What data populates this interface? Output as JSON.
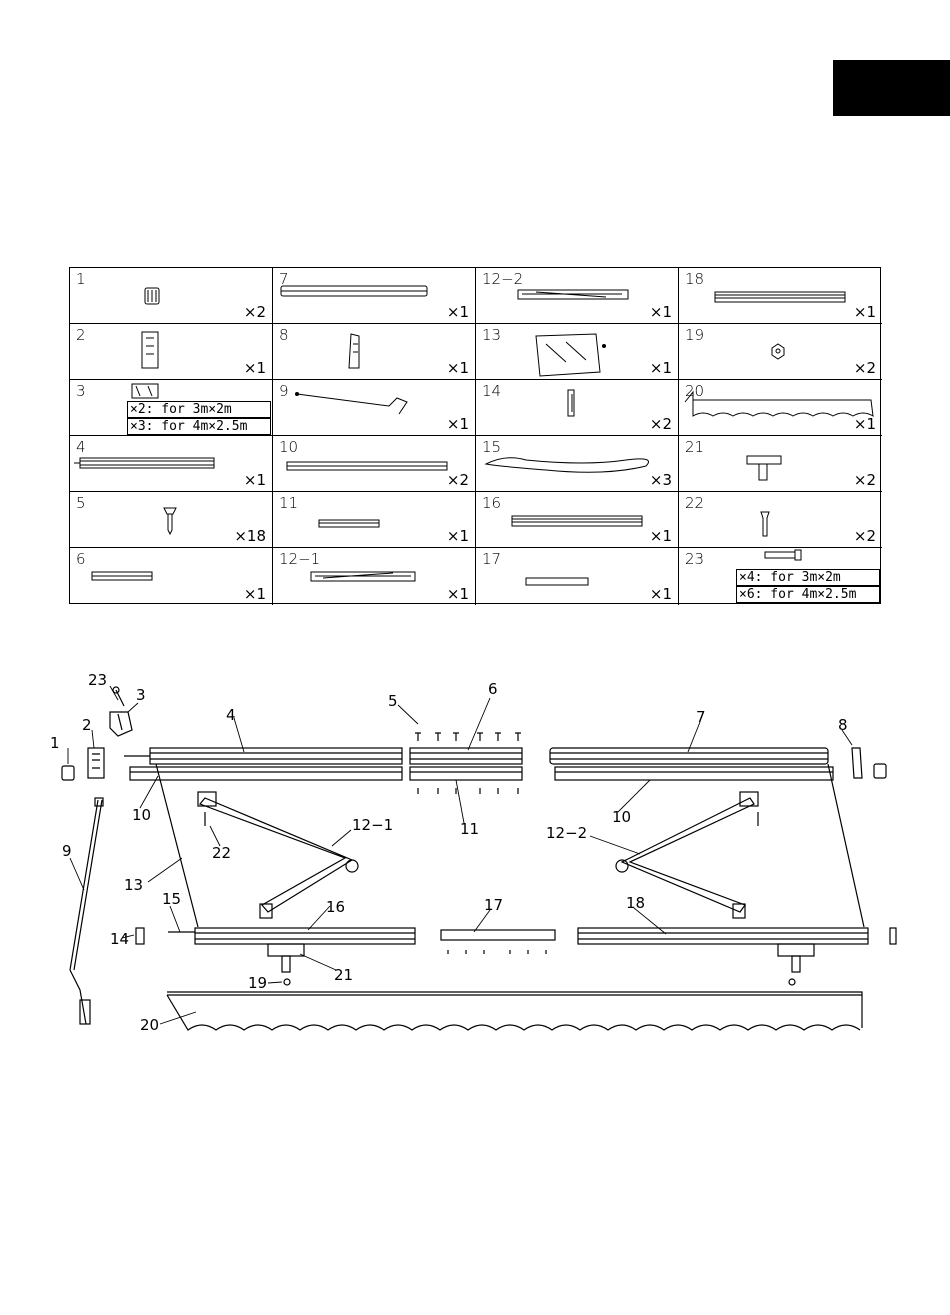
{
  "corner_tab": {
    "color": "#000000"
  },
  "parts": [
    {
      "id": "1",
      "qty": "×2",
      "icon": "end-cap-icon"
    },
    {
      "id": "7",
      "qty": "×1",
      "icon": "front-bar-icon"
    },
    {
      "id": "12−2",
      "qty": "×1",
      "icon": "right-arm-icon"
    },
    {
      "id": "18",
      "qty": "×1",
      "icon": "rail-icon"
    },
    {
      "id": "2",
      "qty": "×1",
      "icon": "gear-bracket-icon"
    },
    {
      "id": "8",
      "qty": "×1",
      "icon": "bracket-icon"
    },
    {
      "id": "13",
      "qty": "×1",
      "icon": "fabric-roll-icon"
    },
    {
      "id": "19",
      "qty": "×2",
      "icon": "nut-icon"
    },
    {
      "id": "3",
      "qty": "",
      "icon": "wall-bracket-icon",
      "notes": [
        "×2: for 3m×2m",
        "×3: for 4m×2.5m"
      ]
    },
    {
      "id": "9",
      "qty": "×1",
      "icon": "crank-handle-icon"
    },
    {
      "id": "14",
      "qty": "×2",
      "icon": "end-plate-icon"
    },
    {
      "id": "20",
      "qty": "×1",
      "icon": "valance-icon"
    },
    {
      "id": "4",
      "qty": "×1",
      "icon": "roller-tube-icon"
    },
    {
      "id": "10",
      "qty": "×2",
      "icon": "bar-icon"
    },
    {
      "id": "15",
      "qty": "×3",
      "icon": "strap-icon"
    },
    {
      "id": "21",
      "qty": "×2",
      "icon": "mount-plate-icon"
    },
    {
      "id": "5",
      "qty": "×18",
      "icon": "screw-icon"
    },
    {
      "id": "11",
      "qty": "×1",
      "icon": "short-bar-icon"
    },
    {
      "id": "16",
      "qty": "×1",
      "icon": "rail-icon"
    },
    {
      "id": "22",
      "qty": "×2",
      "icon": "bolt-icon"
    },
    {
      "id": "6",
      "qty": "×1",
      "icon": "short-tube-icon"
    },
    {
      "id": "12−1",
      "qty": "×1",
      "icon": "left-arm-icon"
    },
    {
      "id": "17",
      "qty": "×1",
      "icon": "connector-bar-icon"
    },
    {
      "id": "23",
      "qty": "",
      "icon": "long-bolt-icon",
      "notes": [
        "×4: for 3m×2m",
        "×6: for 4m×2.5m"
      ]
    }
  ],
  "assembly_labels": [
    "1",
    "2",
    "23",
    "3",
    "4",
    "5",
    "6",
    "7",
    "8",
    "9",
    "10",
    "10",
    "11",
    "12−1",
    "12−2",
    "13",
    "14",
    "15",
    "16",
    "17",
    "18",
    "19",
    "20",
    "21",
    "22"
  ]
}
